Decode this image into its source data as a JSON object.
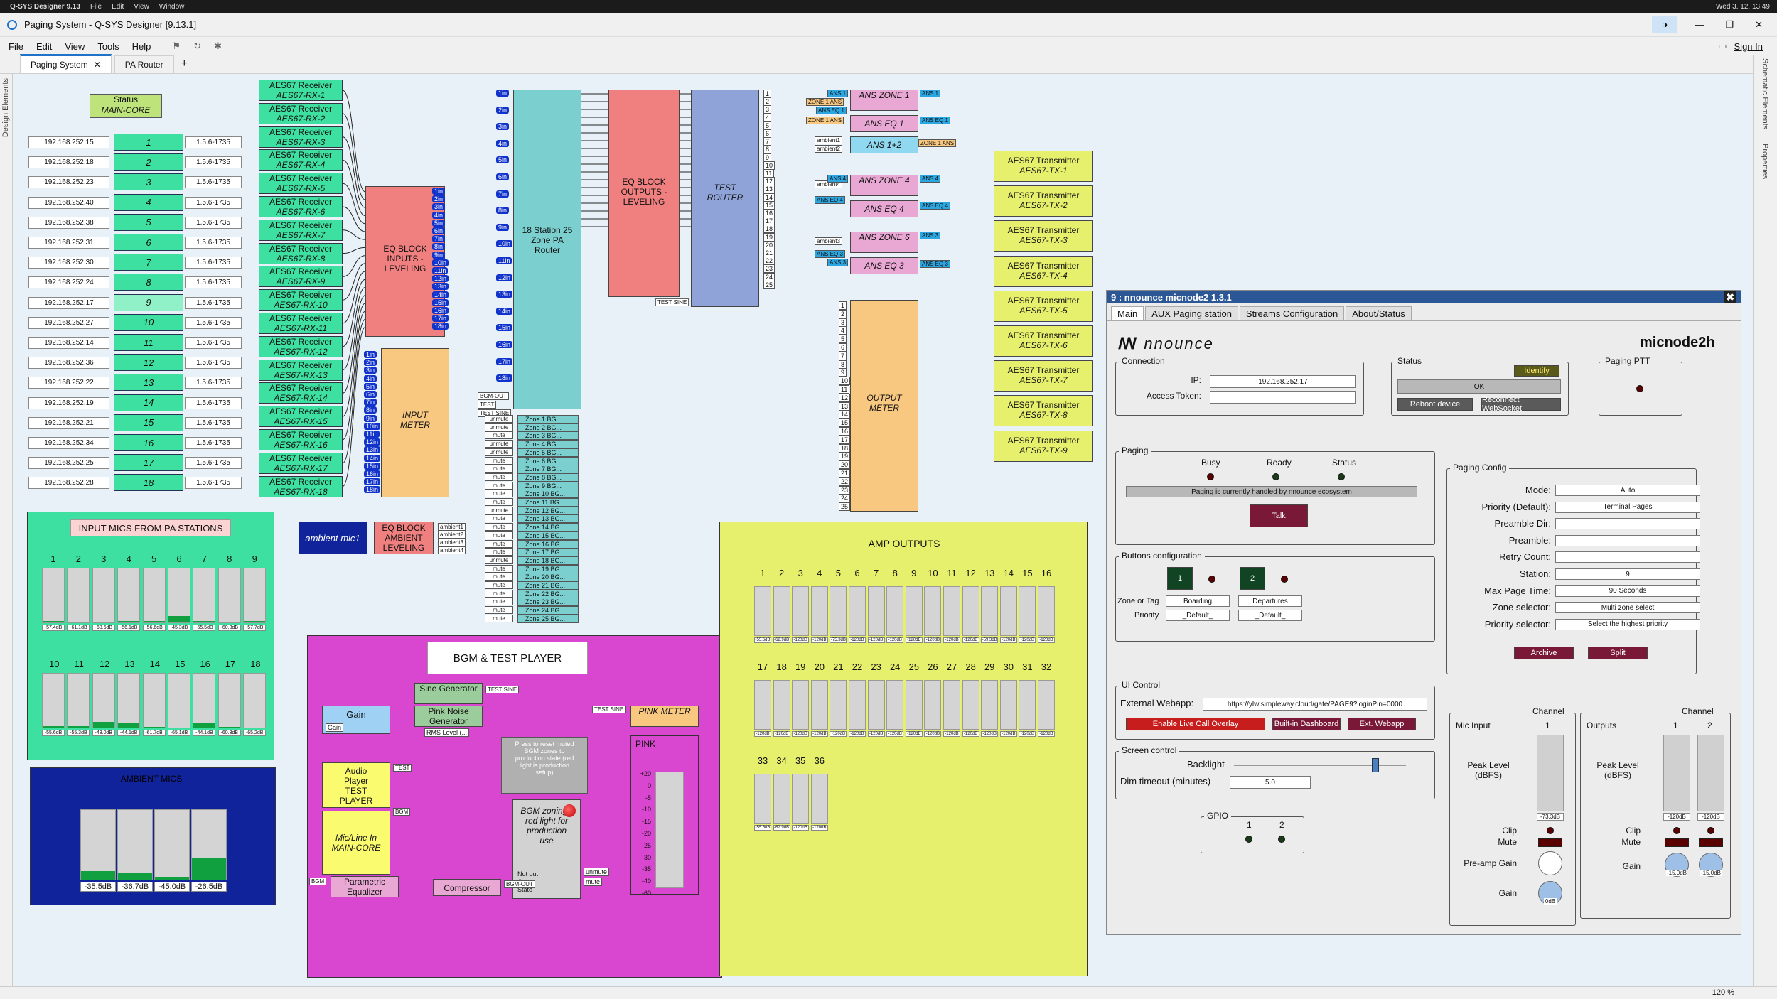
{
  "os_menubar": {
    "app": "Q-SYS Designer 9.13",
    "items": [
      "File",
      "Edit",
      "View",
      "Window"
    ],
    "clock": "Wed 3. 12.  13:49"
  },
  "window": {
    "title": "Paging System - Q-SYS Designer [9.13.1]",
    "sign_in": "Sign In"
  },
  "menu": [
    "File",
    "Edit",
    "View",
    "Tools",
    "Help"
  ],
  "tabs": [
    {
      "label": "Paging System",
      "active": true
    },
    {
      "label": "PA Router",
      "active": false
    }
  ],
  "left_sidebar": "Design Elements",
  "right_sidebar": [
    "Schematic Elements",
    "Properties"
  ],
  "zoom": "120 %",
  "status_block": {
    "line1": "Status",
    "line2": "MAIN-CORE"
  },
  "stations": [
    {
      "ip": "192.168.252.15",
      "n": "1",
      "ver": "1.5.6-1735"
    },
    {
      "ip": "192.168.252.18",
      "n": "2",
      "ver": "1.5.6-1735"
    },
    {
      "ip": "192.168.252.23",
      "n": "3",
      "ver": "1.5.6-1735"
    },
    {
      "ip": "192.168.252.40",
      "n": "4",
      "ver": "1.5.6-1735"
    },
    {
      "ip": "192.168.252.38",
      "n": "5",
      "ver": "1.5.6-1735"
    },
    {
      "ip": "192.168.252.31",
      "n": "6",
      "ver": "1.5.6-1735"
    },
    {
      "ip": "192.168.252.30",
      "n": "7",
      "ver": "1.5.6-1735"
    },
    {
      "ip": "192.168.252.24",
      "n": "8",
      "ver": "1.5.6-1735"
    },
    {
      "ip": "192.168.252.17",
      "n": "9",
      "ver": "1.5.6-1735"
    },
    {
      "ip": "192.168.252.27",
      "n": "10",
      "ver": "1.5.6-1735"
    },
    {
      "ip": "192.168.252.14",
      "n": "11",
      "ver": "1.5.6-1735"
    },
    {
      "ip": "192.168.252.36",
      "n": "12",
      "ver": "1.5.6-1735"
    },
    {
      "ip": "192.168.252.22",
      "n": "13",
      "ver": "1.5.6-1735"
    },
    {
      "ip": "192.168.252.19",
      "n": "14",
      "ver": "1.5.6-1735"
    },
    {
      "ip": "192.168.252.21",
      "n": "15",
      "ver": "1.5.6-1735"
    },
    {
      "ip": "192.168.252.34",
      "n": "16",
      "ver": "1.5.6-1735"
    },
    {
      "ip": "192.168.252.25",
      "n": "17",
      "ver": "1.5.6-1735"
    },
    {
      "ip": "192.168.252.28",
      "n": "18",
      "ver": "1.5.6-1735"
    }
  ],
  "aes_receivers": [
    {
      "title": "AES67 Receiver",
      "sub": "AES67-RX-1"
    },
    {
      "title": "AES67 Receiver",
      "sub": "AES67-RX-2"
    },
    {
      "title": "AES67 Receiver",
      "sub": "AES67-RX-3"
    },
    {
      "title": "AES67 Receiver",
      "sub": "AES67-RX-4"
    },
    {
      "title": "AES67 Receiver",
      "sub": "AES67-RX-5"
    },
    {
      "title": "AES67 Receiver",
      "sub": "AES67-RX-6"
    },
    {
      "title": "AES67 Receiver",
      "sub": "AES67-RX-7"
    },
    {
      "title": "AES67 Receiver",
      "sub": "AES67-RX-8"
    },
    {
      "title": "AES67 Receiver",
      "sub": "AES67-RX-9"
    },
    {
      "title": "AES67 Receiver",
      "sub": "AES67-RX-10"
    },
    {
      "title": "AES67 Receiver",
      "sub": "AES67-RX-11"
    },
    {
      "title": "AES67 Receiver",
      "sub": "AES67-RX-12"
    },
    {
      "title": "AES67 Receiver",
      "sub": "AES67-RX-13"
    },
    {
      "title": "AES67 Receiver",
      "sub": "AES67-RX-14"
    },
    {
      "title": "AES67 Receiver",
      "sub": "AES67-RX-15"
    },
    {
      "title": "AES67 Receiver",
      "sub": "AES67-RX-16"
    },
    {
      "title": "AES67 Receiver",
      "sub": "AES67-RX-17"
    },
    {
      "title": "AES67 Receiver",
      "sub": "AES67-RX-18"
    }
  ],
  "in_pins": [
    "1in",
    "2in",
    "3in",
    "4in",
    "5in",
    "6in",
    "7in",
    "8in",
    "9in",
    "10in",
    "11in",
    "12in",
    "13in",
    "14in",
    "15in",
    "16in",
    "17in",
    "18in"
  ],
  "eq_inputs": "EQ BLOCK INPUTS - LEVELING",
  "input_meter": "INPUT METER",
  "router": "18 Station 25 Zone PA Router",
  "router_ctrl": [
    "BGM-OUT",
    "TEST",
    "TEST SINE"
  ],
  "zone_rows": [
    {
      "tag": "unmute",
      "zone": "Zone 1 BG..."
    },
    {
      "tag": "unmute",
      "zone": "Zone 2 BG..."
    },
    {
      "tag": "mute",
      "zone": "Zone 3 BG..."
    },
    {
      "tag": "unmute",
      "zone": "Zone 4 BG..."
    },
    {
      "tag": "unmute",
      "zone": "Zone 5 BG..."
    },
    {
      "tag": "mute",
      "zone": "Zone 6 BG..."
    },
    {
      "tag": "mute",
      "zone": "Zone 7 BG..."
    },
    {
      "tag": "mute",
      "zone": "Zone 8 BG..."
    },
    {
      "tag": "mute",
      "zone": "Zone 9 BG..."
    },
    {
      "tag": "mute",
      "zone": "Zone 10 BG..."
    },
    {
      "tag": "mute",
      "zone": "Zone 11 BG..."
    },
    {
      "tag": "unmute",
      "zone": "Zone 12 BG..."
    },
    {
      "tag": "mute",
      "zone": "Zone 13 BG..."
    },
    {
      "tag": "mute",
      "zone": "Zone 14 BG..."
    },
    {
      "tag": "mute",
      "zone": "Zone 15 BG..."
    },
    {
      "tag": "mute",
      "zone": "Zone 16 BG..."
    },
    {
      "tag": "mute",
      "zone": "Zone 17 BG..."
    },
    {
      "tag": "unmute",
      "zone": "Zone 18 BG..."
    },
    {
      "tag": "mute",
      "zone": "Zone 19 BG..."
    },
    {
      "tag": "mute",
      "zone": "Zone 20 BG..."
    },
    {
      "tag": "mute",
      "zone": "Zone 21 BG..."
    },
    {
      "tag": "mute",
      "zone": "Zone 22 BG..."
    },
    {
      "tag": "mute",
      "zone": "Zone 23 BG..."
    },
    {
      "tag": "mute",
      "zone": "Zone 24 BG..."
    },
    {
      "tag": "mute",
      "zone": "Zone 25 BG..."
    }
  ],
  "eq_outputs": "EQ BLOCK OUTPUTS - LEVELING",
  "test_router": "TEST ROUTER",
  "test_sine_pin": "TEST SINE",
  "ans": {
    "zone1": "ANS ZONE 1",
    "eq1": "ANS EQ 1",
    "ans12": "ANS 1+2",
    "zone4": "ANS ZONE 4",
    "eq4": "ANS EQ 4",
    "zone6": "ANS ZONE 6",
    "eq3": "ANS EQ 3",
    "tags": [
      "ANS 1",
      "ANS EQ 1",
      "ZONE 1 ANS",
      "ANS 4",
      "ANS EQ 4",
      "ANS 3",
      "ANS EQ 3",
      "ZONE 1 ANS",
      "ANS 1",
      "ANS EQ 1",
      "ZONE 1 ANS",
      "ambient1",
      "ambient2",
      "ambient4",
      "ANS 4",
      "ANS EQ 4",
      "ambient3",
      "ANS 3",
      "ANS EQ 3"
    ]
  },
  "output_meter": "OUTPUT METER",
  "aes_tx": [
    {
      "title": "AES67 Transmitter",
      "sub": "AES67-TX-1"
    },
    {
      "title": "AES67 Transmitter",
      "sub": "AES67-TX-2"
    },
    {
      "title": "AES67 Transmitter",
      "sub": "AES67-TX-3"
    },
    {
      "title": "AES67 Transmitter",
      "sub": "AES67-TX-4"
    },
    {
      "title": "AES67 Transmitter",
      "sub": "AES67-TX-5"
    },
    {
      "title": "AES67 Transmitter",
      "sub": "AES67-TX-6"
    },
    {
      "title": "AES67 Transmitter",
      "sub": "AES67-TX-7"
    },
    {
      "title": "AES67 Transmitter",
      "sub": "AES67-TX-8"
    },
    {
      "title": "AES67 Transmitter",
      "sub": "AES67-TX-9"
    }
  ],
  "input_mics": {
    "title": "INPUT MICS FROM PA STATIONS",
    "row1": [
      "1",
      "2",
      "3",
      "4",
      "5",
      "6",
      "7",
      "8",
      "9"
    ],
    "row1_db": [
      "-57.4dB",
      "-61.1dB",
      "-68.6dB",
      "-56.1dB",
      "-56.6dB",
      "-45.3dB",
      "-55.5dB",
      "-60.3dB",
      "-57.7dB"
    ],
    "row1_level": [
      0.02,
      0.01,
      0.0,
      0.02,
      0.02,
      0.12,
      0.02,
      0.01,
      0.02
    ],
    "row2": [
      "10",
      "11",
      "12",
      "13",
      "14",
      "15",
      "16",
      "17",
      "18"
    ],
    "row2_db": [
      "-55.6dB",
      "-55.3dB",
      "-43.0dB",
      "-44.1dB",
      "-61.7dB",
      "-65.1dB",
      "-44.1dB",
      "-60.3dB",
      "-65.2dB"
    ],
    "row2_level": [
      0.02,
      0.02,
      0.1,
      0.08,
      0.01,
      0.0,
      0.08,
      0.01,
      0.0
    ]
  },
  "ambient": {
    "title": "AMBIENT MICS",
    "db": [
      "-35.5dB",
      "-36.7dB",
      "-45.0dB",
      "-26.5dB"
    ],
    "level": [
      0.12,
      0.1,
      0.04,
      0.3
    ]
  },
  "ambient_mic": "ambient mic1",
  "eq_ambient": "EQ BLOCK AMBIENT LEVELING",
  "ambient_pins": [
    "ambient1",
    "ambient2",
    "ambient3",
    "ambient4"
  ],
  "bgm": {
    "title": "BGM & TEST PLAYER",
    "sine": "Sine Generator",
    "pink": "Pink Noise Generator",
    "gain": "Gain",
    "gain_pin": "Gain",
    "rms": "RMS Level (...",
    "test_sine_1": "TEST SINE",
    "test_sine_2": "TEST SINE",
    "pink_meter": "PINK METER",
    "note": "Press to reset muted BGM zones to production state (red light is production setup)",
    "bgm_zoning": "BGM zoning - red light for production use",
    "notout": [
      "Not out",
      "Out",
      "State"
    ],
    "unmute": "unmute",
    "mute": "mute",
    "audio_player": "Audio Player TEST PLAYER",
    "test_pin": "TEST",
    "bgm_pin1": "BGM",
    "micline": "Mic/Line In MAIN-CORE",
    "bgm_pin2": "BGM",
    "parametric": "Parametric Equalizer",
    "compressor": "Compressor",
    "bgm_out": "BGM-OUT",
    "pink_lbl": "PINK",
    "scale": [
      "+20",
      "0",
      "-5",
      "-10",
      "-15",
      "-20",
      "-25",
      "-30",
      "-35",
      "-40",
      "-60"
    ]
  },
  "amp": {
    "title": "AMP OUTPUTS",
    "row1": [
      "1",
      "2",
      "3",
      "4",
      "5",
      "6",
      "7",
      "8",
      "9",
      "10",
      "11",
      "12",
      "13",
      "14",
      "15",
      "16"
    ],
    "row1_db": [
      "-55.6dB",
      "-62.9dB",
      "-120dB",
      "-120dB",
      "-75.3dB",
      "-120dB",
      "-120dB",
      "-120dB",
      "-120dB",
      "-120dB",
      "-120dB",
      "-120dB",
      "-59.3dB",
      "-120dB",
      "-120dB",
      "-120dB"
    ],
    "row2": [
      "17",
      "18",
      "19",
      "20",
      "21",
      "22",
      "23",
      "24",
      "25",
      "26",
      "27",
      "28",
      "29",
      "30",
      "31",
      "32"
    ],
    "row2_db": [
      "-120dB",
      "-120dB",
      "-120dB",
      "-120dB",
      "-120dB",
      "-120dB",
      "-120dB",
      "-120dB",
      "-120dB",
      "-120dB",
      "-120dB",
      "-120dB",
      "-120dB",
      "-120dB",
      "-120dB",
      "-120dB"
    ],
    "row3": [
      "33",
      "34",
      "35",
      "36"
    ],
    "row3_db": [
      "-55.6dB",
      "-62.9dB",
      "-120dB",
      "-120dB"
    ]
  },
  "dialog": {
    "title": "9 : nnounce micnode2 1.3.1",
    "tabs": [
      "Main",
      "AUX Paging station",
      "Streams Configuration",
      "About/Status"
    ],
    "brand": "nnounce",
    "model": "micnode2h",
    "connection": {
      "title": "Connection",
      "ip_label": "IP:",
      "ip": "192.168.252.17",
      "token_label": "Access Token:",
      "token": ""
    },
    "status": {
      "title": "Status",
      "identify": "Identify",
      "ok": "OK",
      "reboot": "Reboot device",
      "reconnect": "Reconnect WebSocket"
    },
    "ptt": {
      "title": "Paging PTT"
    },
    "paging": {
      "title": "Paging",
      "busy": "Busy",
      "ready": "Ready",
      "status": "Status",
      "msg": "Paging is currently handled by nnounce ecosystem",
      "talk": "Talk"
    },
    "buttons": {
      "title": "Buttons configuration",
      "b1": "1",
      "b2": "2",
      "zone_label": "Zone or Tag",
      "zone1": "Boarding",
      "zone2": "Departures",
      "prio_label": "Priority",
      "prio1": "_Default_",
      "prio2": "_Default_"
    },
    "paging_config": {
      "title": "Paging Config",
      "rows": [
        {
          "label": "Mode:",
          "value": "Auto"
        },
        {
          "label": "Priority (Default):",
          "value": "Terminal Pages"
        },
        {
          "label": "Preamble Dir:",
          "value": ""
        },
        {
          "label": "Preamble:",
          "value": ""
        },
        {
          "label": "Retry Count:",
          "value": ""
        },
        {
          "label": "Station:",
          "value": "9"
        },
        {
          "label": "Max Page Time:",
          "value": "90 Seconds"
        },
        {
          "label": "Zone selector:",
          "value": "Multi zone select"
        },
        {
          "label": "Priority selector:",
          "value": "Select the highest priority"
        }
      ],
      "archive": "Archive",
      "split": "Split"
    },
    "ui_control": {
      "title": "UI Control",
      "ext_label": "External Webapp:",
      "ext_url": "https://ylw.simpleway.cloud/gate/PAGE9?loginPin=0000",
      "b1": "Enable Live Call Overlay",
      "b2": "Built-in Dashboard",
      "b3": "Ext. Webapp"
    },
    "screen": {
      "title": "Screen control",
      "backlight": "Backlight",
      "backlight_level": 0.82,
      "dim_label": "Dim timeout (minutes)",
      "dim": "5.0"
    },
    "gpio": {
      "title": "GPIO",
      "n1": "1",
      "n2": "2"
    },
    "mic_input": {
      "title": "Mic Input",
      "channel": "Channel",
      "ch": "1",
      "peak": "Peak Level (dBFS)",
      "db": "-73.3dB",
      "clip": "Clip",
      "mute": "Mute",
      "preamp": "Pre-amp Gain",
      "gain": "Gain",
      "gain_val": "0dB"
    },
    "outputs": {
      "title": "Outputs",
      "channel": "Channel",
      "ch1": "1",
      "ch2": "2",
      "peak": "Peak Level (dBFS)",
      "db1": "-120dB",
      "db2": "-120dB",
      "clip": "Clip",
      "mute": "Mute",
      "gain": "Gain",
      "g1": "-15.0dB",
      "g2": "-15.0dB"
    }
  }
}
